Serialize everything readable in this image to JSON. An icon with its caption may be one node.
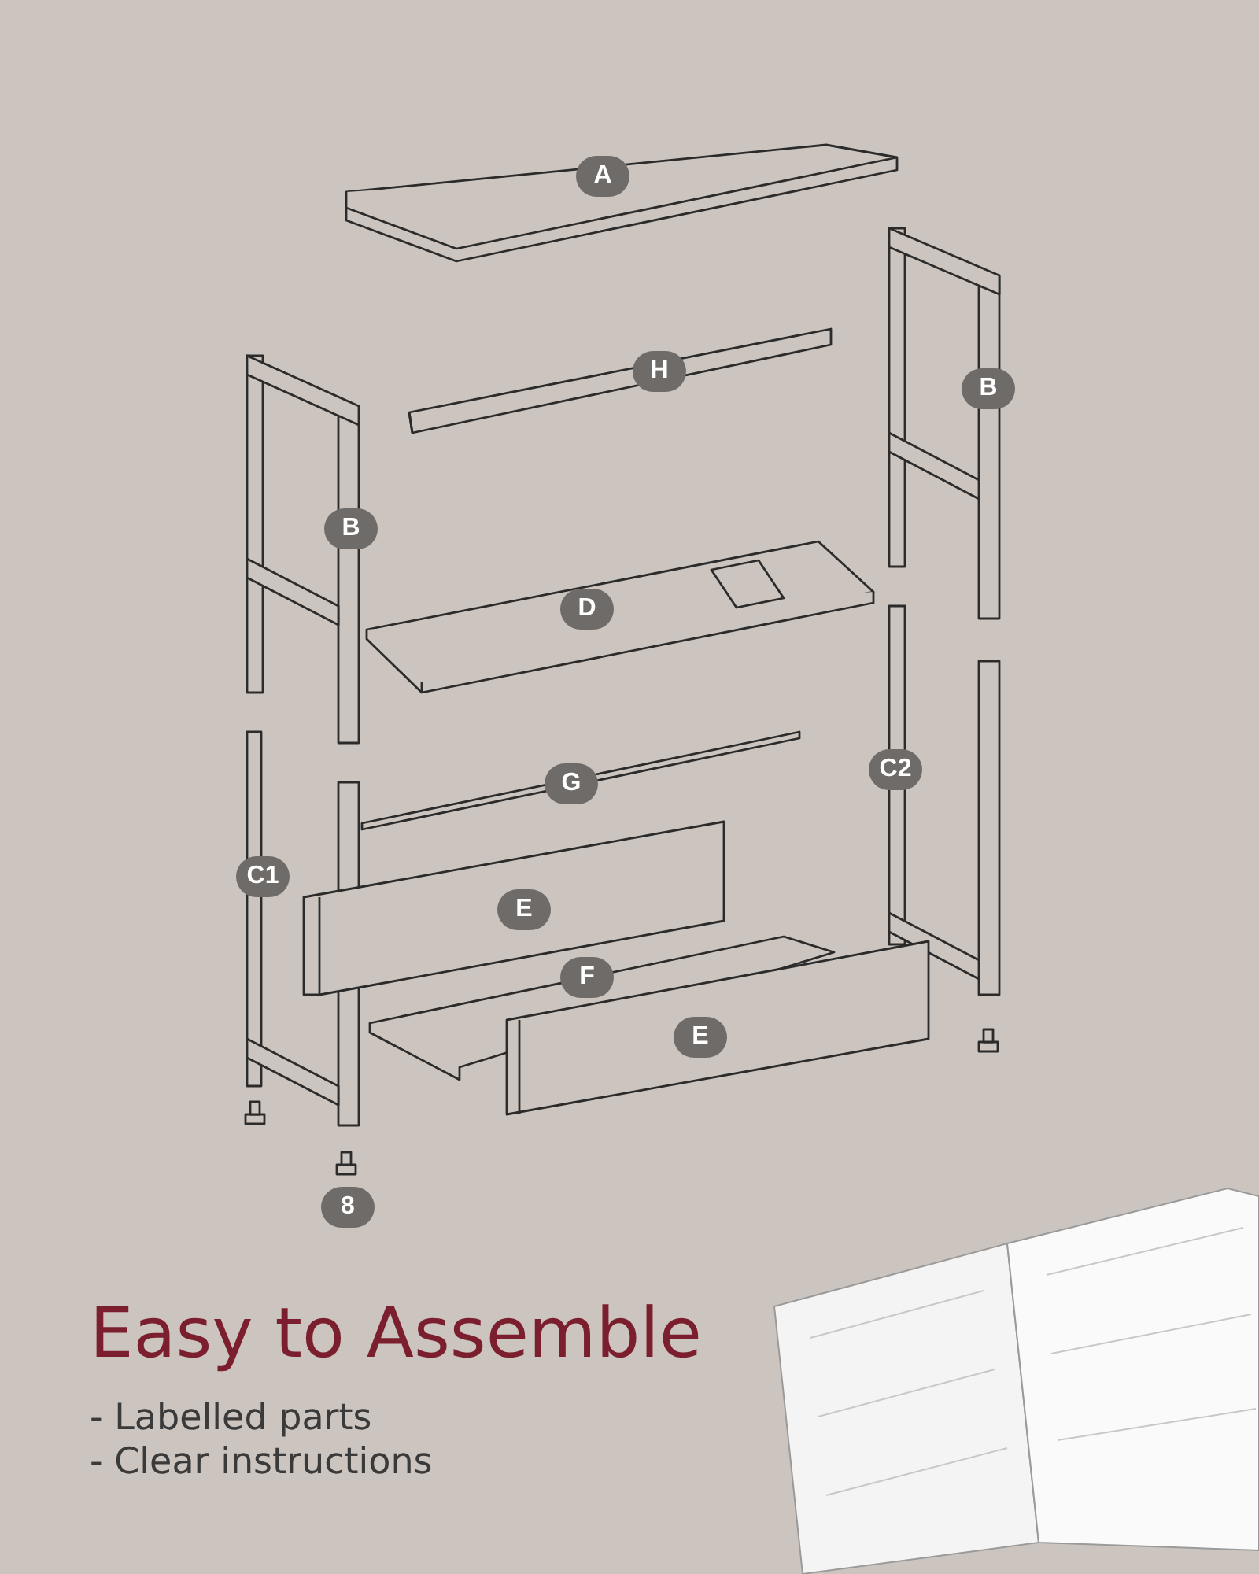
{
  "diagram": {
    "title": "Easy to Assemble",
    "nodes": [
      {
        "text": [
          "A"
        ]
      },
      {
        "text": [
          "H"
        ]
      },
      {
        "text": [
          "B"
        ]
      },
      {
        "text": [
          "B"
        ]
      },
      {
        "text": [
          "D"
        ]
      },
      {
        "text": [
          "C2"
        ]
      },
      {
        "text": [
          "G"
        ]
      },
      {
        "text": [
          "C1"
        ]
      },
      {
        "text": [
          "E"
        ]
      },
      {
        "text": [
          "F"
        ]
      },
      {
        "text": [
          "E"
        ]
      },
      {
        "text": [
          "8"
        ]
      }
    ],
    "edges": [],
    "labels": [
      "- Labelled parts",
      "- Clear instructions"
    ]
  }
}
